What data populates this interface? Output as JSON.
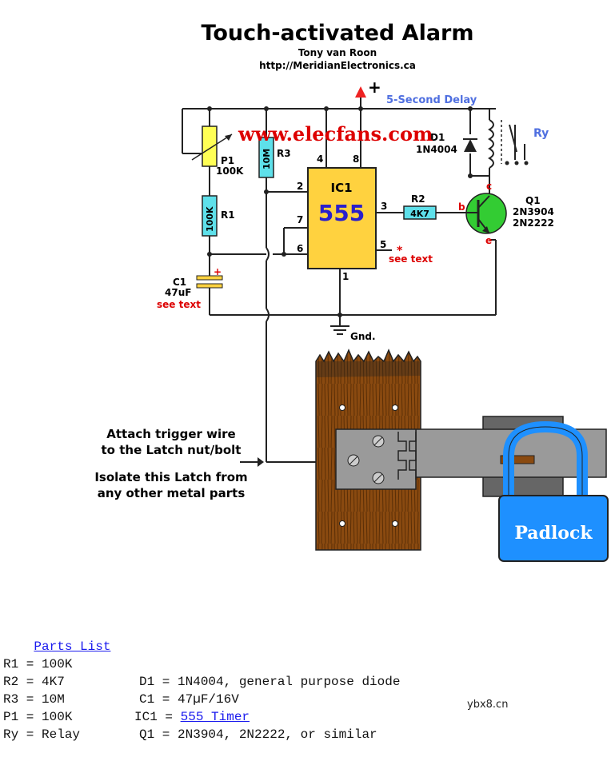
{
  "title": "Touch-activated Alarm",
  "author": "Tony van Roon",
  "url": "http://MeridianElectronics.ca",
  "overlay_watermark": "www.elecfans.com",
  "supply_label": "+",
  "delay_label": "5-Second Delay",
  "components": {
    "P1": {
      "ref": "P1",
      "value": "100K"
    },
    "R1": {
      "ref": "R1",
      "value": "100K"
    },
    "R3": {
      "ref": "R3",
      "value": "10M"
    },
    "C1": {
      "ref": "C1",
      "value": "47uF",
      "note": "see text",
      "polarity": "+"
    },
    "IC1": {
      "ref": "IC1",
      "value": "555"
    },
    "R2": {
      "ref": "R2",
      "value": "4K7"
    },
    "D1": {
      "ref": "D1",
      "value": "1N4004"
    },
    "Q1": {
      "ref": "Q1",
      "value1": "2N3904",
      "value2": "2N2222",
      "pin_b": "b",
      "pin_c": "c",
      "pin_e": "e"
    },
    "Ry": {
      "ref": "Ry"
    }
  },
  "ic_pins": {
    "p1": "1",
    "p2": "2",
    "p3": "3",
    "p4": "4",
    "p5": "5",
    "p6": "6",
    "p7": "7",
    "p8": "8"
  },
  "pin5_note": "see text",
  "pin5_mark": "*",
  "ground_label": "Gnd.",
  "latch_text": {
    "line1": "Attach trigger wire",
    "line2": "to the Latch nut/bolt",
    "line3": "Isolate this Latch from",
    "line4": "any other metal parts"
  },
  "padlock_label": "Padlock",
  "parts_list": {
    "heading": "Parts List",
    "rows": [
      {
        "left": "R1 = 100K",
        "right": "D1 = 1N4004, general purpose diode",
        "link": ""
      },
      {
        "left": "R2 = 4K7",
        "right": "C1 = 47µF/16V",
        "link": ""
      },
      {
        "left": "R3 = 10M",
        "right": "IC1 = ",
        "link": "555 Timer"
      },
      {
        "left": "P1 = 100K",
        "right": "Q1 = 2N3904, 2N2222, or similar",
        "link": ""
      },
      {
        "left": "Ry = Relay",
        "right": "",
        "link": ""
      }
    ]
  },
  "footer_watermark": "ybx8.cn",
  "colors": {
    "resistor": "#5ee0ea",
    "pot": "#ffff55",
    "ic_body": "#ffd23f",
    "ic_text": "#2a1fcc",
    "transistor": "#33cc33",
    "wire": "#222222",
    "note_red": "#dd0000",
    "label_blue": "#4f6fe0",
    "watermark_red": "#dd0000",
    "wood": "#8a4a10",
    "latch": "#9a9a9a",
    "padlock": "#1e90ff"
  }
}
